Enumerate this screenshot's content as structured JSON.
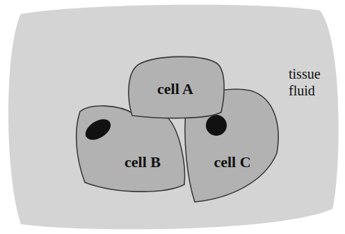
{
  "diagram": {
    "nodes": [
      {
        "text": [
          "tissue fluid"
        ]
      },
      {
        "text": [
          "cell A"
        ],
        "in": 0
      },
      {
        "text": [
          "cell B"
        ],
        "in": 0
      },
      {
        "text": [
          "cell C"
        ],
        "in": 0
      }
    ]
  }
}
